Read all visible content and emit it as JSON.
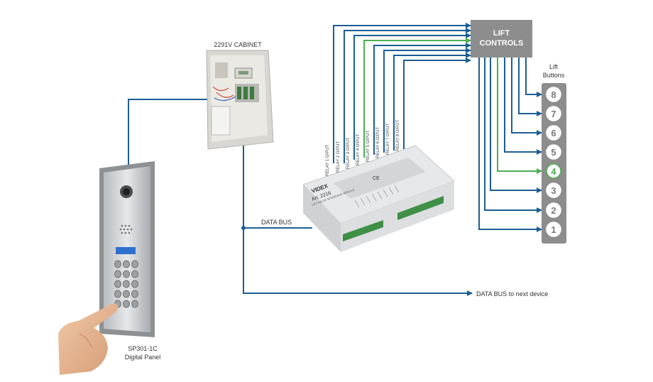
{
  "labels": {
    "cabinet": "2291V CABINET",
    "lift_controls_line1": "LIFT",
    "lift_controls_line2": "CONTROLS",
    "lift_buttons_line1": "Lift",
    "lift_buttons_line2": "Buttons",
    "data_bus": "DATA BUS",
    "data_bus_next": "DATA BUS to next device",
    "panel_line1": "SP301-1C",
    "panel_line2": "Digital Panel"
  },
  "module": {
    "brand": "VIDEX",
    "art": "Art. 2216",
    "subtitle": "LIFT RELAY INTERFACE MODULE",
    "ce": "CE"
  },
  "relays": [
    "RELAY 1 O/PUT",
    "RELAY 2 O/PUT",
    "RELAY 3 O/PUT",
    "RELAY 4 O/PUT",
    "RELAY 5 O/PUT",
    "RELAY 6 O/PUT",
    "RELAY 7 O/PUT",
    "RELAY 8 O/PUT"
  ],
  "buttons": [
    "8",
    "7",
    "6",
    "5",
    "4",
    "3",
    "2",
    "1"
  ],
  "highlight_button": "4",
  "colors": {
    "wire_blue": "#1c5e94",
    "wire_green": "#4caf50",
    "lift_box": "#8d8d8d",
    "button_panel": "#8d8d8d"
  }
}
